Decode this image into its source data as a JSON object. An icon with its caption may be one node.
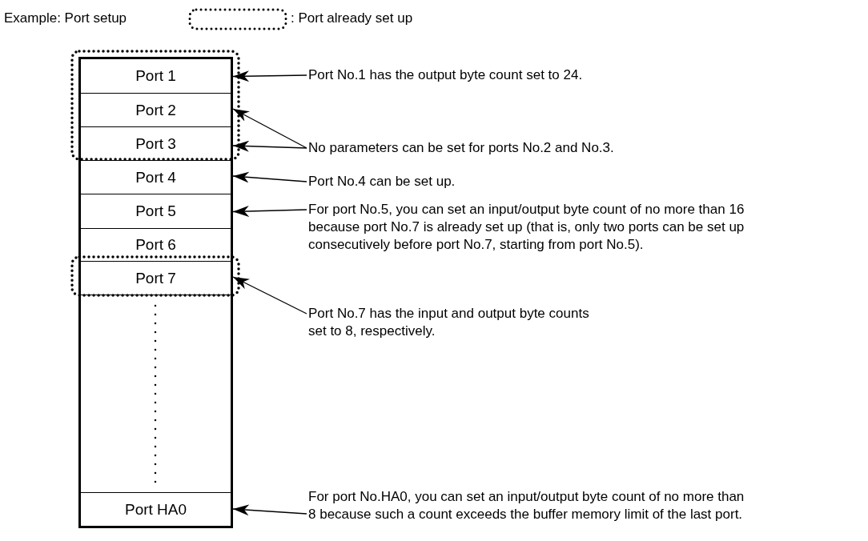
{
  "diagram": {
    "nodes": [
      {
        "text": [],
        "shape": "box"
      },
      {
        "text": [
          "Port 1"
        ],
        "in": 0
      },
      {
        "text": [
          "Port 2"
        ],
        "in": 0
      },
      {
        "text": [
          "Port 3"
        ],
        "in": 0
      },
      {
        "text": [
          "Port 4"
        ],
        "in": 0
      },
      {
        "text": [
          "Port 5"
        ],
        "in": 0
      },
      {
        "text": [
          "Port 6"
        ],
        "in": 0
      },
      {
        "text": [
          "Port 7"
        ],
        "in": 0
      },
      {
        "text": [
          "Port HA0"
        ],
        "in": 0
      },
      {
        "text": [
          "Port No.1 has the output byte count set to 24."
        ]
      },
      {
        "text": [
          "No parameters can be set for ports No.2 and No.3."
        ]
      },
      {
        "text": [
          "Port No.4 can be set up."
        ]
      },
      {
        "text": [
          "For port No.5, you can set an input/output byte count of no more than 16 because port No.7 is already set up (that is, only two ports can be set up consecutively before port No.7, starting from port No.5)."
        ]
      },
      {
        "text": [
          "Port No.7 has the input and output byte counts set to 8, respectively."
        ]
      },
      {
        "text": [
          "For port No.HA0, you can set an input/output byte count of no more than 8 because such a count exceeds the buffer memory limit of the last port."
        ]
      }
    ],
    "edges": [
      {
        "from": 9,
        "to": 1,
        "arrow": "to"
      },
      {
        "from": 10,
        "to": 2,
        "arrow": "to"
      },
      {
        "from": 10,
        "to": 3,
        "arrow": "to"
      },
      {
        "from": 11,
        "to": 4,
        "arrow": "to"
      },
      {
        "from": 12,
        "to": 5,
        "arrow": "to"
      },
      {
        "from": 13,
        "to": 7,
        "arrow": "to"
      },
      {
        "from": 14,
        "to": 8,
        "arrow": "to"
      }
    ],
    "labels": [
      "Example: Port setup"
    ],
    "legend": [
      {
        "text": ": Port already set up"
      }
    ]
  }
}
